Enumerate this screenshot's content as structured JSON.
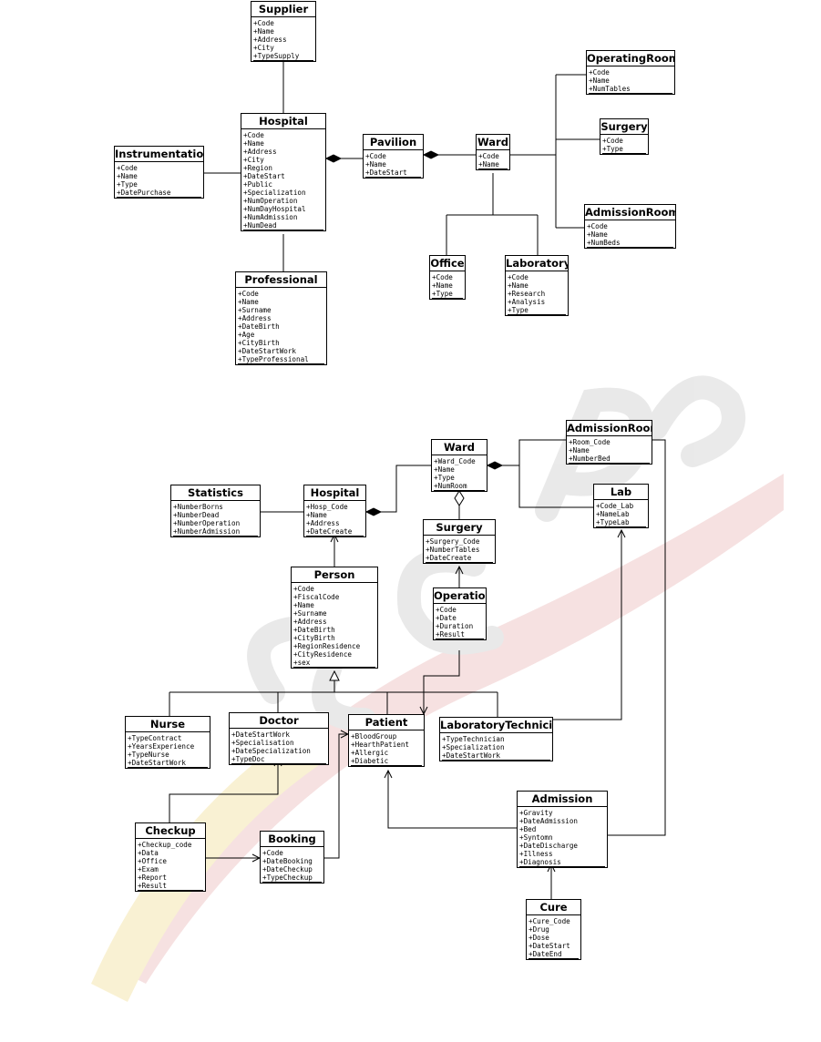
{
  "watermark": "SciTePress Science and Technology Publications",
  "colors": {
    "stroke": "#000000",
    "watermark_red": "#e8c0c0",
    "watermark_yellow": "#f3e2a8",
    "watermark_gray": "#dcdcdc"
  },
  "diagram1": {
    "supplier": {
      "name": "Supplier",
      "attrs": [
        "+Code",
        "+Name",
        "+Address",
        "+City",
        "+TypeSupply"
      ]
    },
    "hospital": {
      "name": "Hospital",
      "attrs": [
        "+Code",
        "+Name",
        "+Address",
        "+City",
        "+Region",
        "+DateStart",
        "+Public",
        "+Specialization",
        "+NumOperation",
        "+NumDayHospital",
        "+NumAdmission",
        "+NumDead"
      ]
    },
    "instrumentation": {
      "name": "Instrumentation",
      "attrs": [
        "+Code",
        "+Name",
        "+Type",
        "+DatePurchase"
      ]
    },
    "pavilion": {
      "name": "Pavilion",
      "attrs": [
        "+Code",
        "+Name",
        "+DateStart"
      ]
    },
    "ward": {
      "name": "Ward",
      "attrs": [
        "+Code",
        "+Name"
      ]
    },
    "operating_room": {
      "name": "OperatingRoom",
      "attrs": [
        "+Code",
        "+Name",
        "+NumTables"
      ]
    },
    "surgery": {
      "name": "Surgery",
      "attrs": [
        "+Code",
        "+Type"
      ]
    },
    "admission_room": {
      "name": "AdmissionRoom",
      "attrs": [
        "+Code",
        "+Name",
        "+NumBeds"
      ]
    },
    "office": {
      "name": "Office",
      "attrs": [
        "+Code",
        "+Name",
        "+Type"
      ]
    },
    "laboratory": {
      "name": "Laboratory",
      "attrs": [
        "+Code",
        "+Name",
        "+Research",
        "+Analysis",
        "+Type"
      ]
    },
    "professional": {
      "name": "Professional",
      "attrs": [
        "+Code",
        "+Name",
        "+Surname",
        "+Address",
        "+DateBirth",
        "+Age",
        "+CityBirth",
        "+DateStartWork",
        "+TypeProfessional"
      ]
    }
  },
  "diagram2": {
    "ward": {
      "name": "Ward",
      "attrs": [
        "+Ward_Code",
        "+Name",
        "+Type",
        "+NumRoom"
      ]
    },
    "admission_room": {
      "name": "AdmissionRoom",
      "attrs": [
        "+Room_Code",
        "+Name",
        "+NumberBed"
      ]
    },
    "statistics": {
      "name": "Statistics",
      "attrs": [
        "+NumberBorns",
        "+NumberDead",
        "+NumberOperation",
        "+NumberAdmission"
      ]
    },
    "hospital": {
      "name": "Hospital",
      "attrs": [
        "+Hosp_Code",
        "+Name",
        "+Address",
        "+DateCreate"
      ]
    },
    "lab": {
      "name": "Lab",
      "attrs": [
        "+Code_Lab",
        "+NameLab",
        "+TypeLab"
      ]
    },
    "surgery": {
      "name": "Surgery",
      "attrs": [
        "+Surgery_Code",
        "+NumberTables",
        "+DateCreate"
      ]
    },
    "person": {
      "name": "Person",
      "attrs": [
        "+Code",
        "+FiscalCode",
        "+Name",
        "+Surname",
        "+Address",
        "+DateBirth",
        "+CityBirth",
        "+RegionResidence",
        "+CityResidence",
        "+sex"
      ]
    },
    "operation": {
      "name": "Operation",
      "attrs": [
        "+Code",
        "+Date",
        "+Duration",
        "+Result"
      ]
    },
    "nurse": {
      "name": "Nurse",
      "attrs": [
        "+TypeContract",
        "+YearsExperience",
        "+TypeNurse",
        "+DateStartWork"
      ]
    },
    "doctor": {
      "name": "Doctor",
      "attrs": [
        "+DateStartWork",
        "+Specialisation",
        "+DateSpecialization",
        "+TypeDoc"
      ]
    },
    "patient": {
      "name": "Patient",
      "attrs": [
        "+BloodGroup",
        "+HearthPatient",
        "+Allergic",
        "+Diabetic"
      ]
    },
    "lab_technician": {
      "name": "LaboratoryTechnician",
      "attrs": [
        "+TypeTechnician",
        "+Specialization",
        "+DateStartWork"
      ]
    },
    "admission": {
      "name": "Admission",
      "attrs": [
        "+Gravity",
        "+DateAdmission",
        "+Bed",
        "+Syntomn",
        "+DateDischarge",
        "+Illness",
        "+Diagnosis"
      ]
    },
    "checkup": {
      "name": "Checkup",
      "attrs": [
        "+Checkup_code",
        "+Data",
        "+Office",
        "+Exam",
        "+Report",
        "+Result"
      ]
    },
    "booking": {
      "name": "Booking",
      "attrs": [
        "+Code",
        "+DateBooking",
        "+DateCheckup",
        "+TypeCheckup"
      ]
    },
    "cure": {
      "name": "Cure",
      "attrs": [
        "+Cure_Code",
        "+Drug",
        "+Dose",
        "+DateStart",
        "+DateEnd"
      ]
    }
  }
}
